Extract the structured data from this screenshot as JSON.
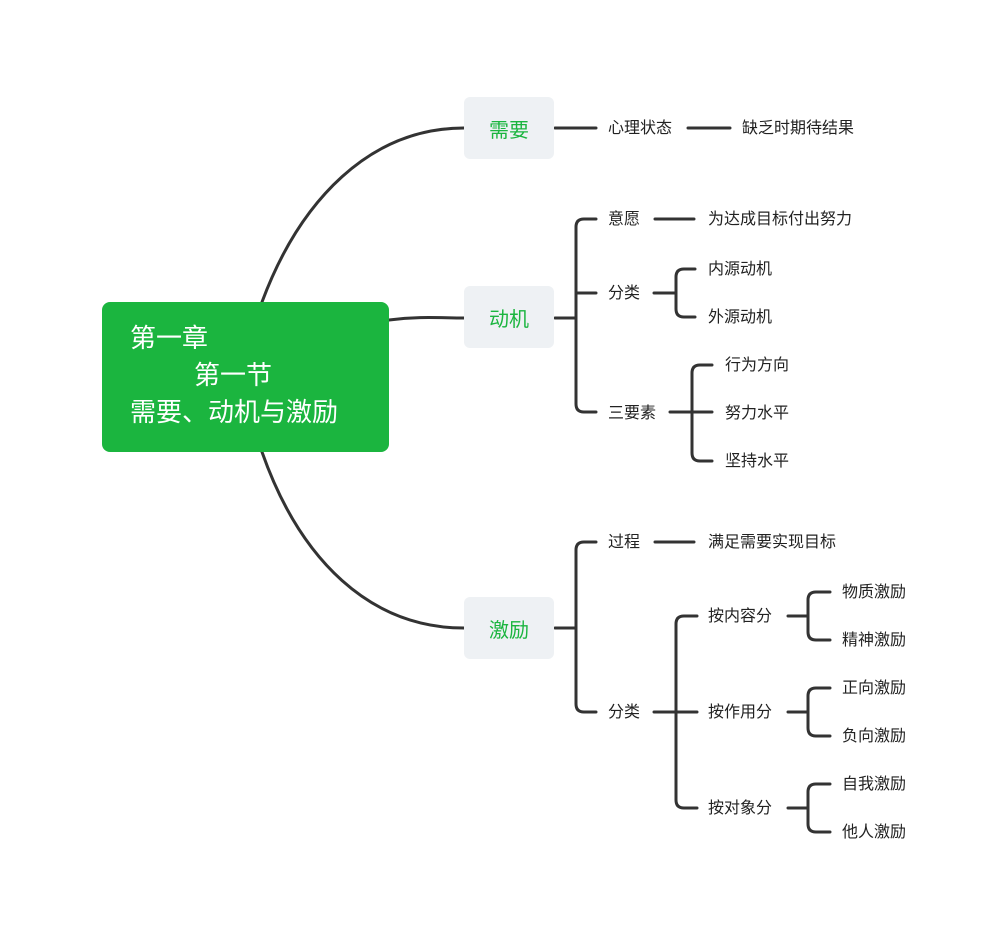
{
  "root": {
    "line1": "第一章",
    "line2": "第一节",
    "line3": "需要、动机与激励"
  },
  "branches": {
    "need": {
      "label": "需要",
      "c1": "心理状态",
      "c1_detail": "缺乏时期待结果"
    },
    "motive": {
      "label": "动机",
      "c1": "意愿",
      "c1_detail": "为达成目标付出努力",
      "c2": "分类",
      "c2_items": [
        "内源动机",
        "外源动机"
      ],
      "c3": "三要素",
      "c3_items": [
        "行为方向",
        "努力水平",
        "坚持水平"
      ]
    },
    "incentive": {
      "label": "激励",
      "c1": "过程",
      "c1_detail": "满足需要实现目标",
      "c2": "分类",
      "groups": [
        {
          "label": "按内容分",
          "items": [
            "物质激励",
            "精神激励"
          ]
        },
        {
          "label": "按作用分",
          "items": [
            "正向激励",
            "负向激励"
          ]
        },
        {
          "label": "按对象分",
          "items": [
            "自我激励",
            "他人激励"
          ]
        }
      ]
    }
  },
  "colors": {
    "root_bg": "#1bb53f",
    "main_text": "#1bb53f",
    "main_bg": "#eef1f4",
    "line": "#333333"
  }
}
